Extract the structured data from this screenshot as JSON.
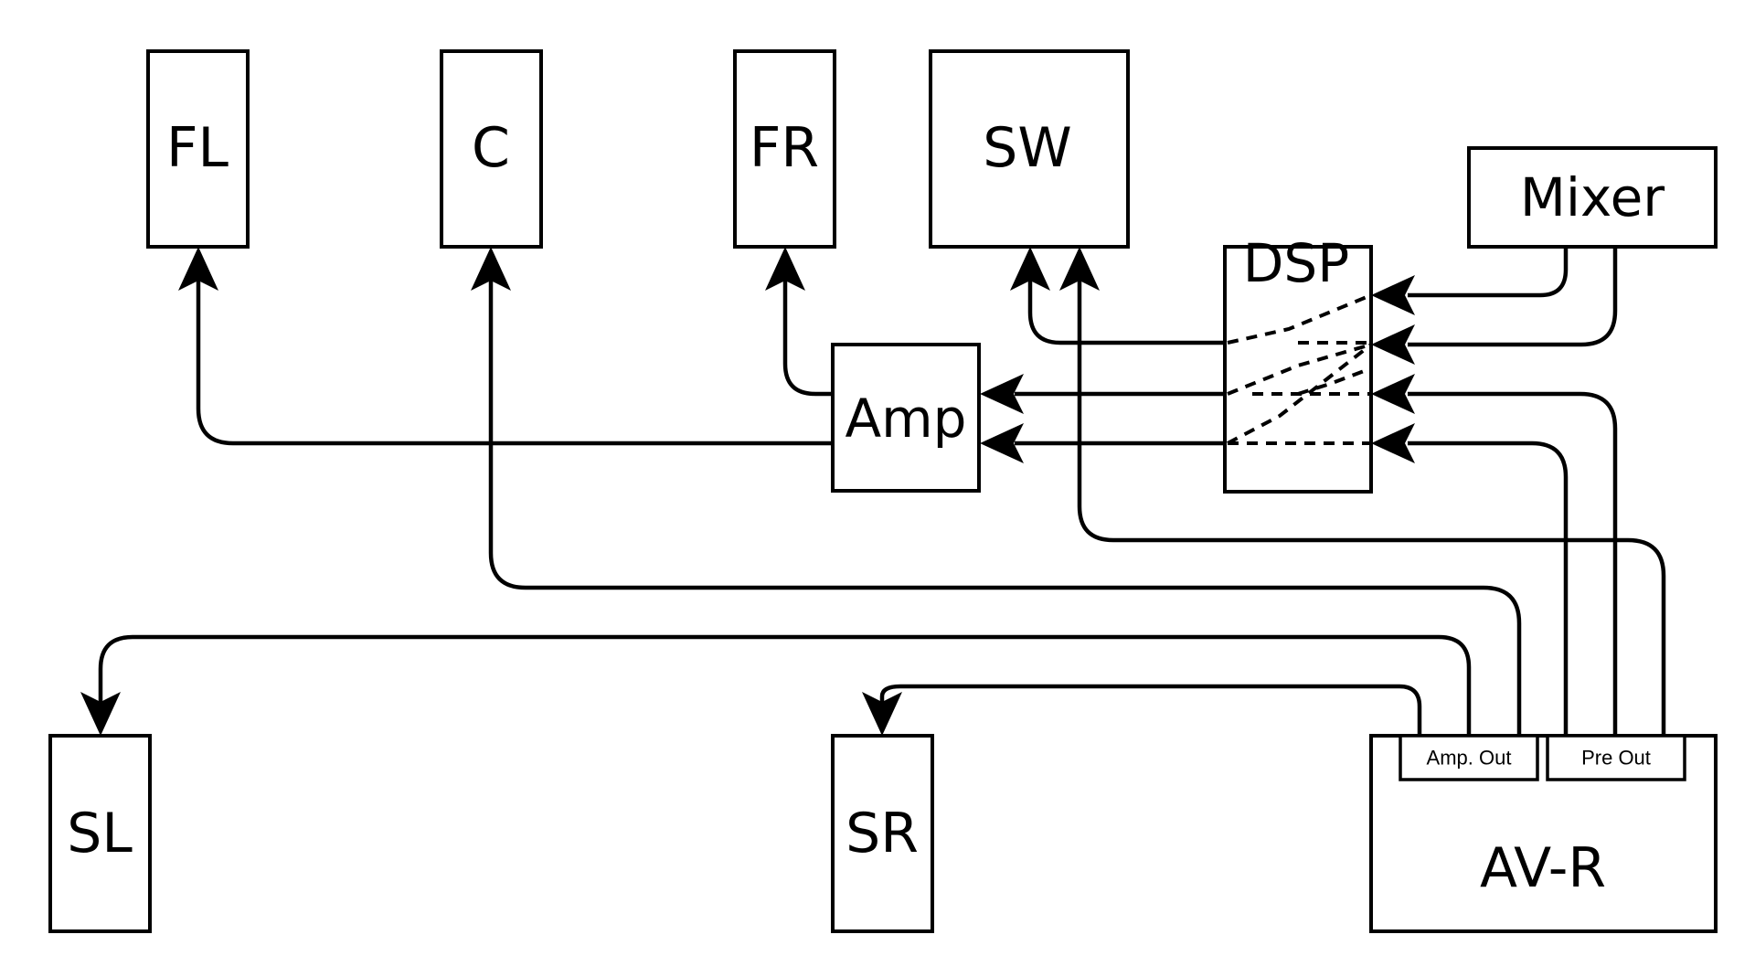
{
  "nodes": {
    "fl": "FL",
    "c": "C",
    "fr": "FR",
    "sw": "SW",
    "mixer": "Mixer",
    "dsp": "DSP",
    "amp": "Amp",
    "sl": "SL",
    "sr": "SR",
    "avr": "AV-R",
    "amp_out": "Amp. Out",
    "pre_out": "Pre Out"
  }
}
